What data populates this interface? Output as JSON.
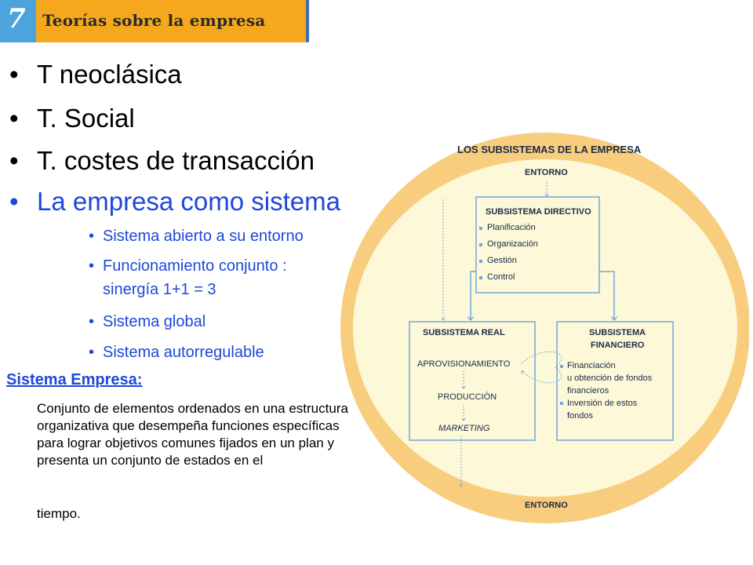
{
  "header": {
    "chapter_number": "7",
    "title": "Teorías sobre la empresa"
  },
  "main_bullets": [
    "T neoclásica",
    "T. Social",
    "T. costes de transacción",
    "La empresa como sistema"
  ],
  "sub_bullets": [
    "Sistema abierto a su entorno",
    "Funcionamiento conjunto :",
    "sinergía  1+1 = 3",
    "Sistema global",
    "Sistema autorregulable"
  ],
  "definition": {
    "title": "Sistema Empresa:",
    "text": "Conjunto de elementos ordenados en una estructura organizativa que desempeña funciones específicas para lograr objetivos comunes fijados en un plan y presenta un conjunto de estados en el",
    "tail": "tiempo."
  },
  "diagram": {
    "heading": "LOS SUBSISTEMAS DE LA EMPRESA",
    "entorno_top": "ENTORNO",
    "entorno_bottom": "ENTORNO",
    "directivo": {
      "title": "SUBSISTEMA DIRECTIVO",
      "items": [
        "Planificación",
        "Organización",
        "Gestión",
        "Control"
      ]
    },
    "real": {
      "title": "SUBSISTEMA REAL",
      "items": [
        "APROVISIONAMIENTO",
        "PRODUCCIÓN",
        "MARKETING"
      ]
    },
    "financiero": {
      "title_line1": "SUBSISTEMA",
      "title_line2": "FINANCIERO",
      "items": [
        "Financiación",
        "u obtención de fondos",
        "financieros",
        "Inversión de estos",
        "fondos"
      ]
    },
    "colors": {
      "ring": "#f8cd7e",
      "inner": "#fdf8d8",
      "box_stroke": "#6fa8dc",
      "text": "#1c2b47"
    }
  }
}
